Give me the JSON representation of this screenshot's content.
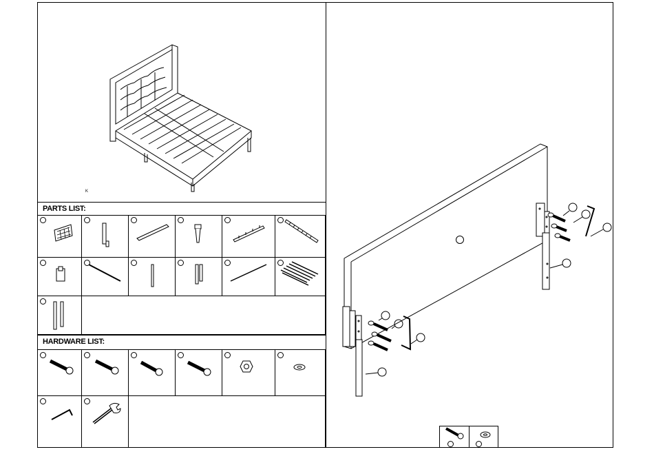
{
  "bed_view": {
    "label": "K"
  },
  "parts_list": {
    "title": "PARTS LIST:"
  },
  "hardware_list": {
    "title": "HARDWARE LIST:"
  },
  "icons": {
    "parts": [
      "headboard-pad-icon",
      "side-rail-icon",
      "slat-support-icon",
      "leg-icon",
      "center-rail-icon",
      "long-slat-icon",
      "bracket-plate-icon",
      "rod-icon",
      "post-icon",
      "mini-bracket-icon",
      "cross-rod-icon",
      "slat-roll-icon",
      "leg-bracket-pair-icon"
    ],
    "hardware": [
      "bolt-icon",
      "bolt-icon",
      "bolt-icon",
      "bolt-icon",
      "nut-icon",
      "washer-icon",
      "allen-key-icon",
      "wrench-icon"
    ]
  }
}
